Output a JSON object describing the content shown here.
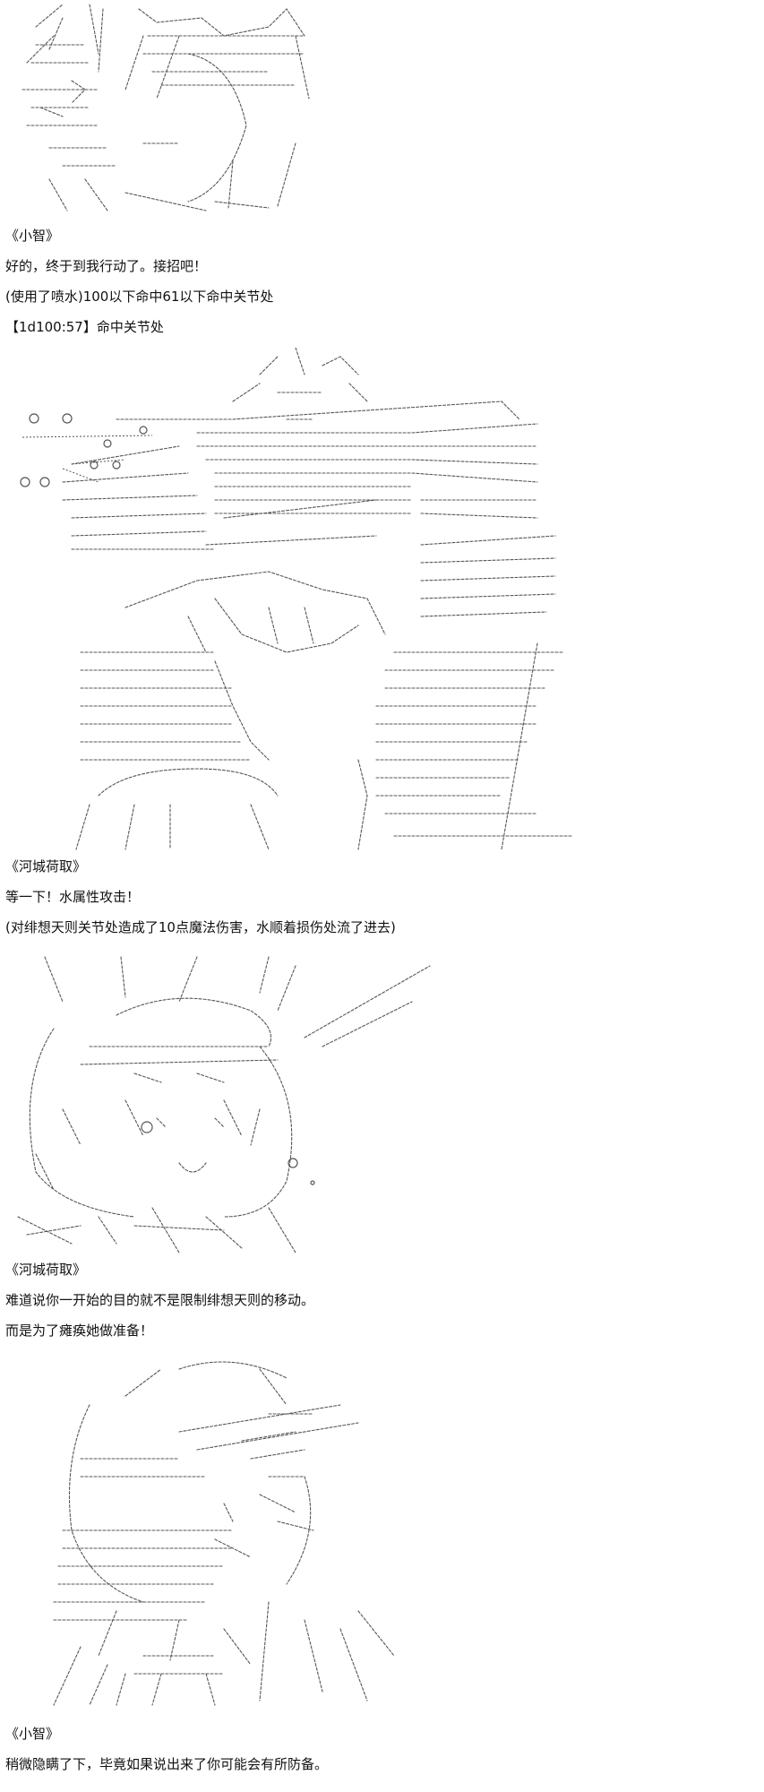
{
  "colors": {
    "background": "#ffffff",
    "text": "#111111",
    "ascii_art_ink": "#555555"
  },
  "blocks": [
    {
      "type": "ascii-art",
      "subject": "character-portrait"
    },
    {
      "type": "speaker",
      "text": "《小智》"
    },
    {
      "type": "dialogue",
      "text": "好的，终于到我行动了。接招吧！"
    },
    {
      "type": "narration",
      "text": "(使用了喷水)100以下命中61以下命中关节处"
    },
    {
      "type": "dice",
      "text": "【1d100:57】命中关节处"
    },
    {
      "type": "ascii-art",
      "subject": "robot-mech-spraying-water"
    },
    {
      "type": "speaker",
      "text": "《河城荷取》"
    },
    {
      "type": "dialogue",
      "text": "等一下！水属性攻击！"
    },
    {
      "type": "narration",
      "text": "(对绯想天则关节处造成了10点魔法伤害，水顺着损伤处流了进去)"
    },
    {
      "type": "ascii-art",
      "subject": "character-surprised"
    },
    {
      "type": "speaker",
      "text": "《河城荷取》"
    },
    {
      "type": "dialogue",
      "text": "难道说你一开始的目的就不是限制绯想天则的移动。"
    },
    {
      "type": "dialogue",
      "text": "而是为了瘫痪她做准备！"
    },
    {
      "type": "ascii-art",
      "subject": "character-with-cap"
    },
    {
      "type": "speaker",
      "text": "《小智》"
    },
    {
      "type": "dialogue",
      "text": "稍微隐瞒了下，毕竟如果说出来了你可能会有所防备。"
    }
  ]
}
